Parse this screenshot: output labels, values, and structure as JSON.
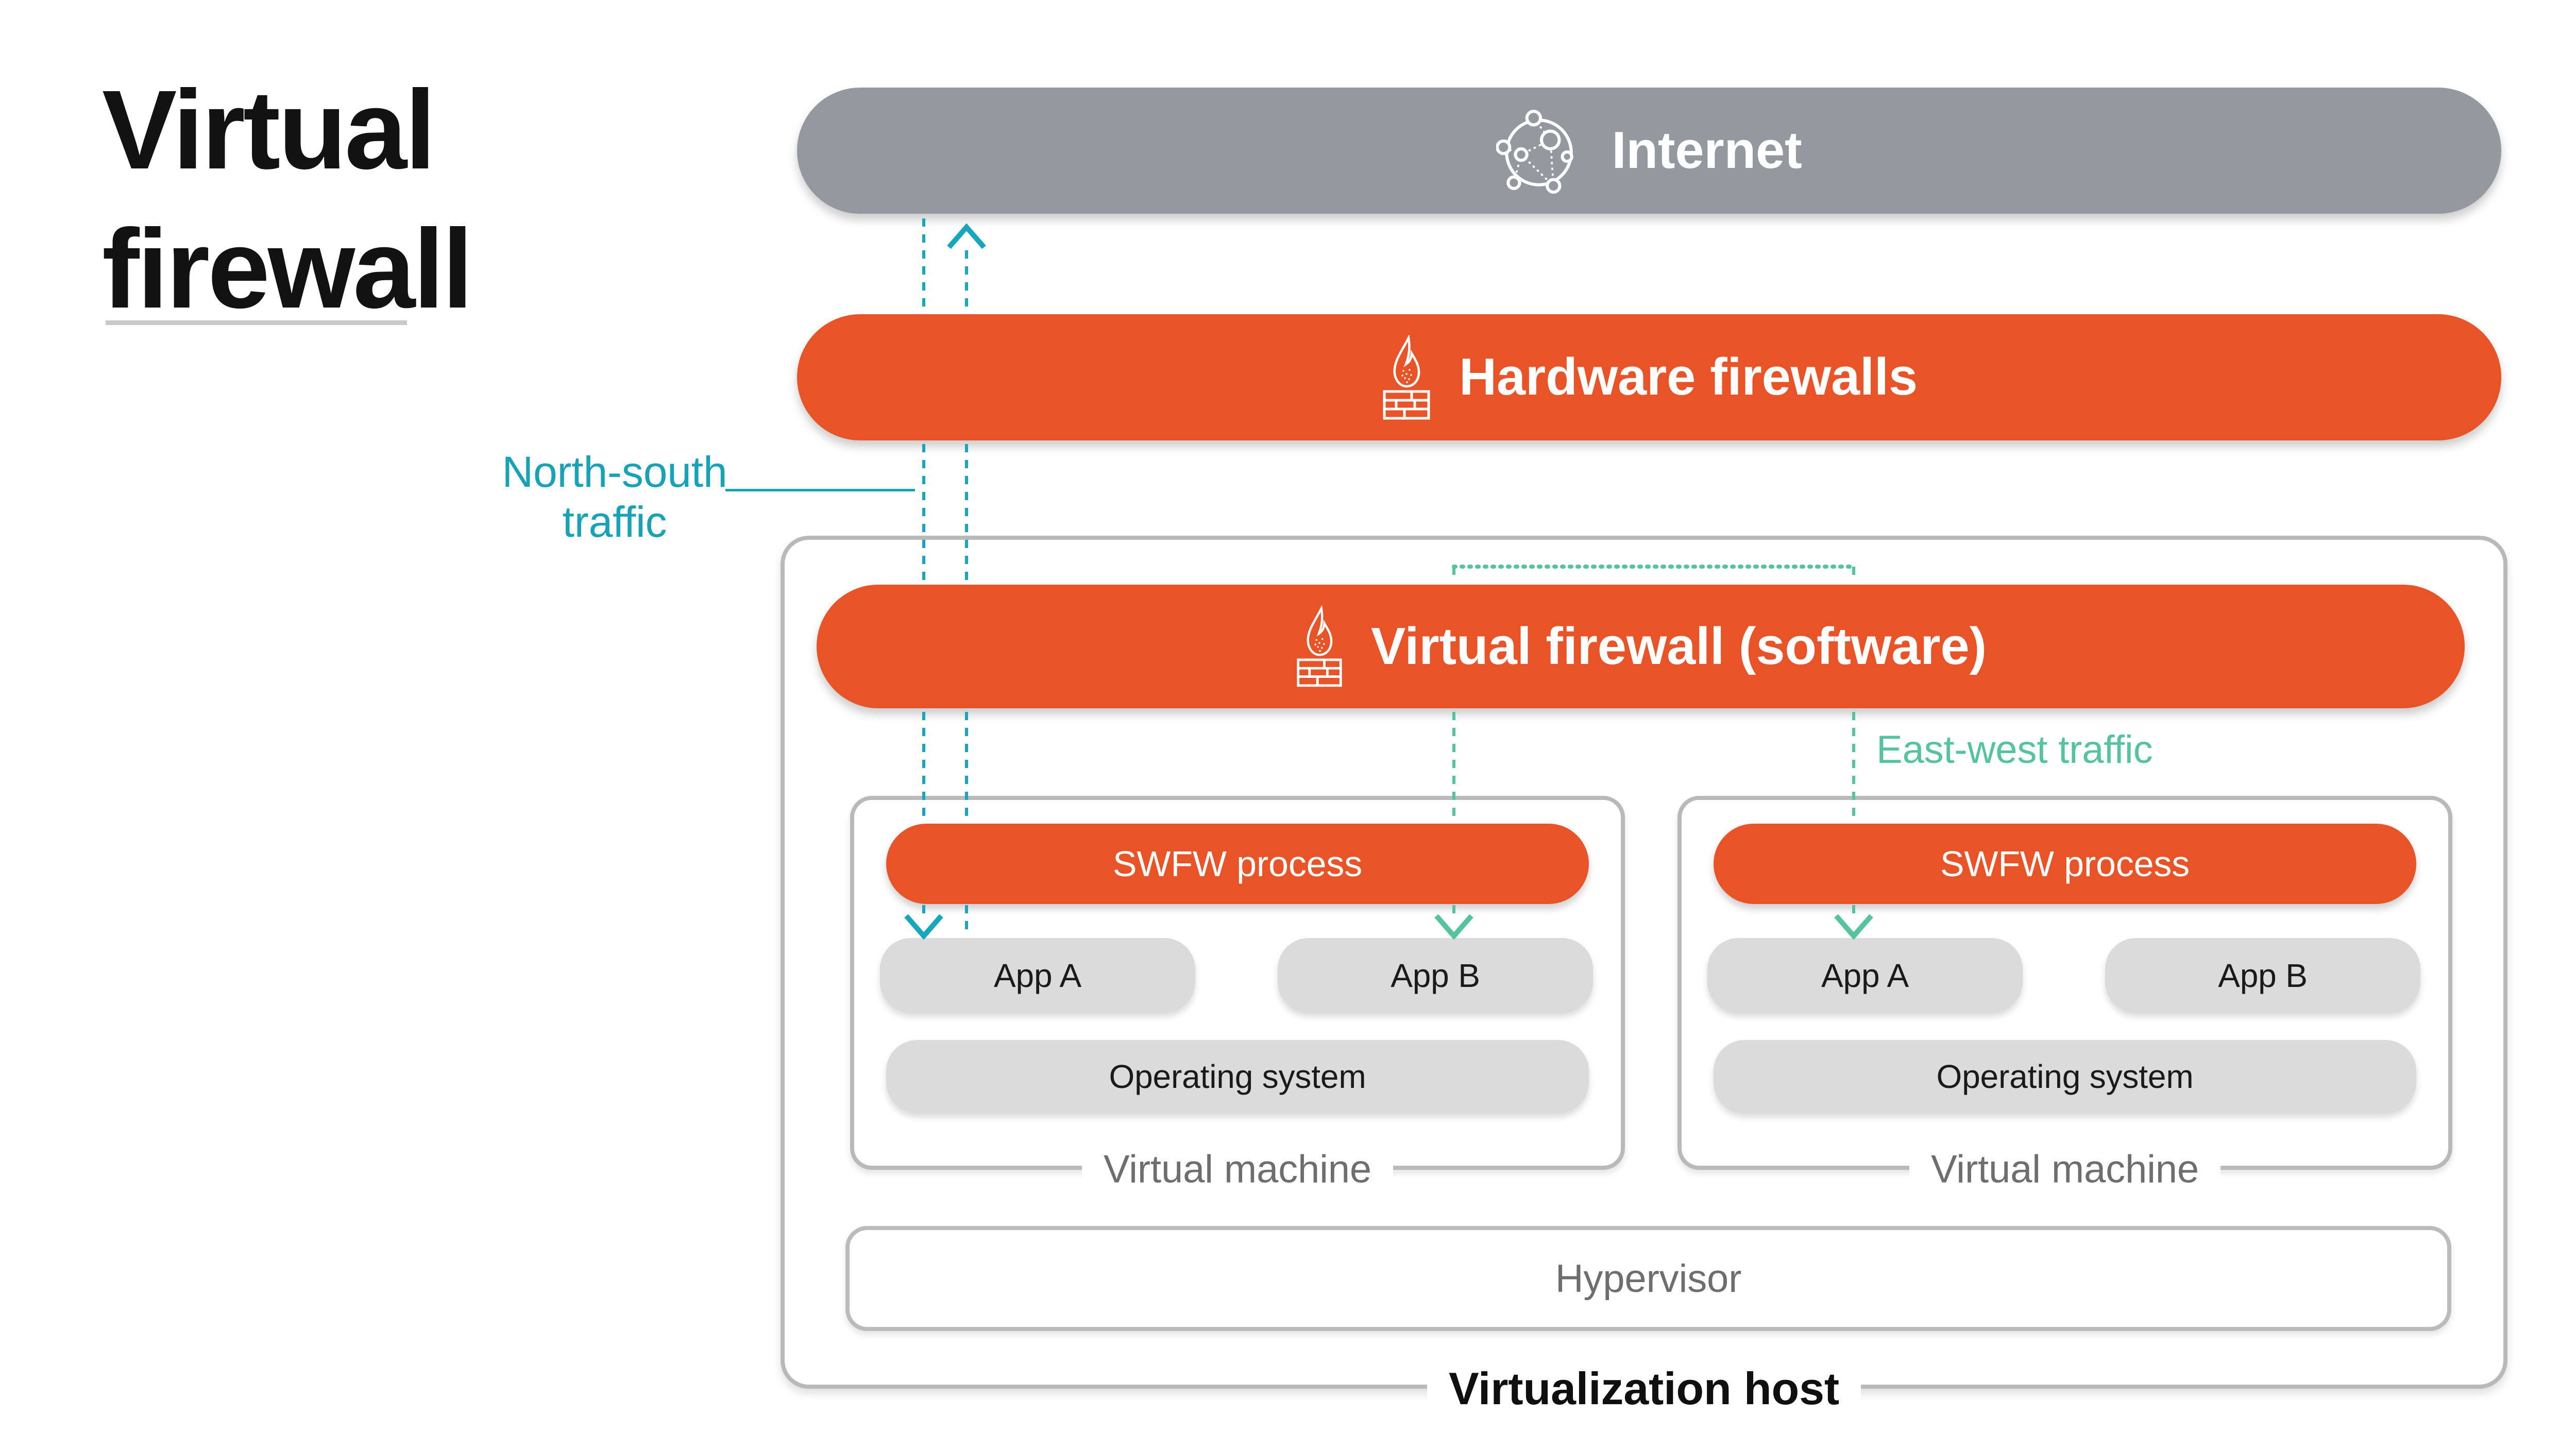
{
  "page": {
    "title": "Virtual\nfirewall"
  },
  "layers": {
    "internet": {
      "label": "Internet",
      "icon": "globe-network-icon",
      "color": "#94999f"
    },
    "hardware_firewalls": {
      "label": "Hardware firewalls",
      "icon": "firewall-icon",
      "color": "#e85327"
    },
    "virtual_firewall": {
      "label": "Virtual firewall (software)",
      "icon": "firewall-icon",
      "color": "#e85327"
    }
  },
  "host": {
    "label": "Virtualization host",
    "hypervisor_label": "Hypervisor",
    "vms": [
      {
        "label": "Virtual machine",
        "process": "SWFW process",
        "apps": [
          "App A",
          "App B"
        ],
        "os": "Operating system"
      },
      {
        "label": "Virtual machine",
        "process": "SWFW process",
        "apps": [
          "App A",
          "App B"
        ],
        "os": "Operating system"
      }
    ]
  },
  "traffic": {
    "north_south": {
      "label": "North-south\ntraffic",
      "color": "#18a2b8",
      "direction_icons": [
        "arrow-up-icon",
        "arrow-down-icon"
      ]
    },
    "east_west": {
      "label": "East-west traffic",
      "color": "#55c3a0",
      "direction_icons": [
        "arrow-down-icon"
      ]
    }
  }
}
